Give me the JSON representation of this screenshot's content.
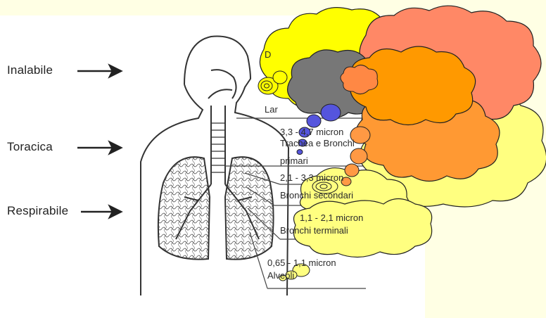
{
  "left_labels": {
    "inalabile": "Inalabile",
    "toracica": "Toracica",
    "respirabile": "Respirabile"
  },
  "annotations": {
    "top_cut": "D",
    "laringe": "Lar",
    "size_1": "3,3 - 4,7 micron",
    "trachea": "Trachea e Bronchi",
    "primari": "primari",
    "size_2": "2,1 - 3,3 micron",
    "bronchi_secondari": "Bronchi secondari",
    "size_3": "1,1 - 2,1 micron",
    "bronchi_terminali": "Bronchi terminali",
    "size_4": "0,65 - 1,1 micron",
    "alveoli": "Alveoli"
  },
  "colors": {
    "background_band": "#ffffe4",
    "cloud_yellow": "#ffff00",
    "cloud_pale_yellow": "#ffff80",
    "cloud_salmon": "#ff8866",
    "cloud_orange": "#ff9900",
    "cloud_gray": "#777777",
    "cloud_blue": "#5555dd",
    "outline": "#222222"
  }
}
